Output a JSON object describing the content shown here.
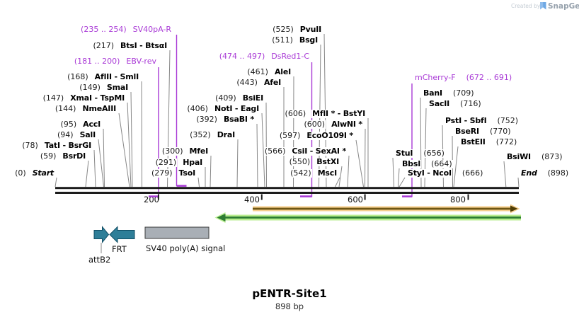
{
  "watermark": {
    "created_by": "Created by",
    "brand": "SnapGene"
  },
  "plasmid": {
    "name": "pENTR-Site1",
    "length": "898 bp"
  },
  "ruler": {
    "ticks": [
      "200",
      "400",
      "600",
      "800"
    ]
  },
  "endpoints": {
    "start": {
      "pos": "(0)",
      "name": "Start"
    },
    "end": {
      "name": "End",
      "pos": "(898)"
    }
  },
  "restriction_sites": [
    {
      "pos": "(59)",
      "name": "BsrDI"
    },
    {
      "pos": "(78)",
      "name": "TatI - BsrGI"
    },
    {
      "pos": "(94)",
      "name": "SalI"
    },
    {
      "pos": "(95)",
      "name": "AccI"
    },
    {
      "pos": "(144)",
      "name": "NmeAIII"
    },
    {
      "pos": "(147)",
      "name": "XmaI - TspMI"
    },
    {
      "pos": "(149)",
      "name": "SmaI"
    },
    {
      "pos": "(168)",
      "name": "AflII - SmlI"
    },
    {
      "pos": "(217)",
      "name": "BtsI - BtsαI"
    },
    {
      "pos": "(279)",
      "name": "TsoI"
    },
    {
      "pos": "(291)",
      "name": "HpaI"
    },
    {
      "pos": "(300)",
      "name": "MfeI"
    },
    {
      "pos": "(352)",
      "name": "DraI"
    },
    {
      "pos": "(392)",
      "name": "BsaBI *"
    },
    {
      "pos": "(406)",
      "name": "NotI - EagI"
    },
    {
      "pos": "(409)",
      "name": "BsiEI"
    },
    {
      "pos": "(443)",
      "name": "AfeI"
    },
    {
      "pos": "(461)",
      "name": "AleI"
    },
    {
      "pos": "(511)",
      "name": "BsgI"
    },
    {
      "pos": "(525)",
      "name": "PvuII"
    },
    {
      "pos": "(542)",
      "name": "MscI"
    },
    {
      "pos": "(550)",
      "name": "BstXI"
    },
    {
      "pos": "(566)",
      "name": "CsiI - SexAI *"
    },
    {
      "pos": "(597)",
      "name": "EcoO109I *"
    },
    {
      "pos": "(600)",
      "name": "AlwNI *"
    },
    {
      "pos": "(606)",
      "name": "MflI * - BstYI"
    },
    {
      "pos": "(656)",
      "name": "StuI"
    },
    {
      "pos": "(664)",
      "name": "BbsI"
    },
    {
      "pos": "(666)",
      "name": "StyI - NcoI"
    },
    {
      "pos": "(709)",
      "name": "BanI"
    },
    {
      "pos": "(716)",
      "name": "SacII"
    },
    {
      "pos": "(752)",
      "name": "PstI - SbfI"
    },
    {
      "pos": "(770)",
      "name": "BseRI"
    },
    {
      "pos": "(772)",
      "name": "BstEII"
    },
    {
      "pos": "(873)",
      "name": "BsiWI"
    }
  ],
  "primers": [
    {
      "pos": "(235 .. 254)",
      "name": "SV40pA-R"
    },
    {
      "pos": "(181 .. 200)",
      "name": "EBV-rev"
    },
    {
      "pos": "(474 .. 497)",
      "name": "DsRed1-C"
    },
    {
      "name": "mCherry-F",
      "pos": "(672 .. 691)"
    }
  ],
  "features": [
    {
      "name": "attB2"
    },
    {
      "name": "FRT"
    },
    {
      "name": "SV40 poly(A) signal"
    }
  ],
  "colors": {
    "primer": "#A93AD6",
    "feature_teal": "#2E7E98",
    "orf_orange": "#F7CF8E",
    "orf_green": "#B9EE8F"
  }
}
